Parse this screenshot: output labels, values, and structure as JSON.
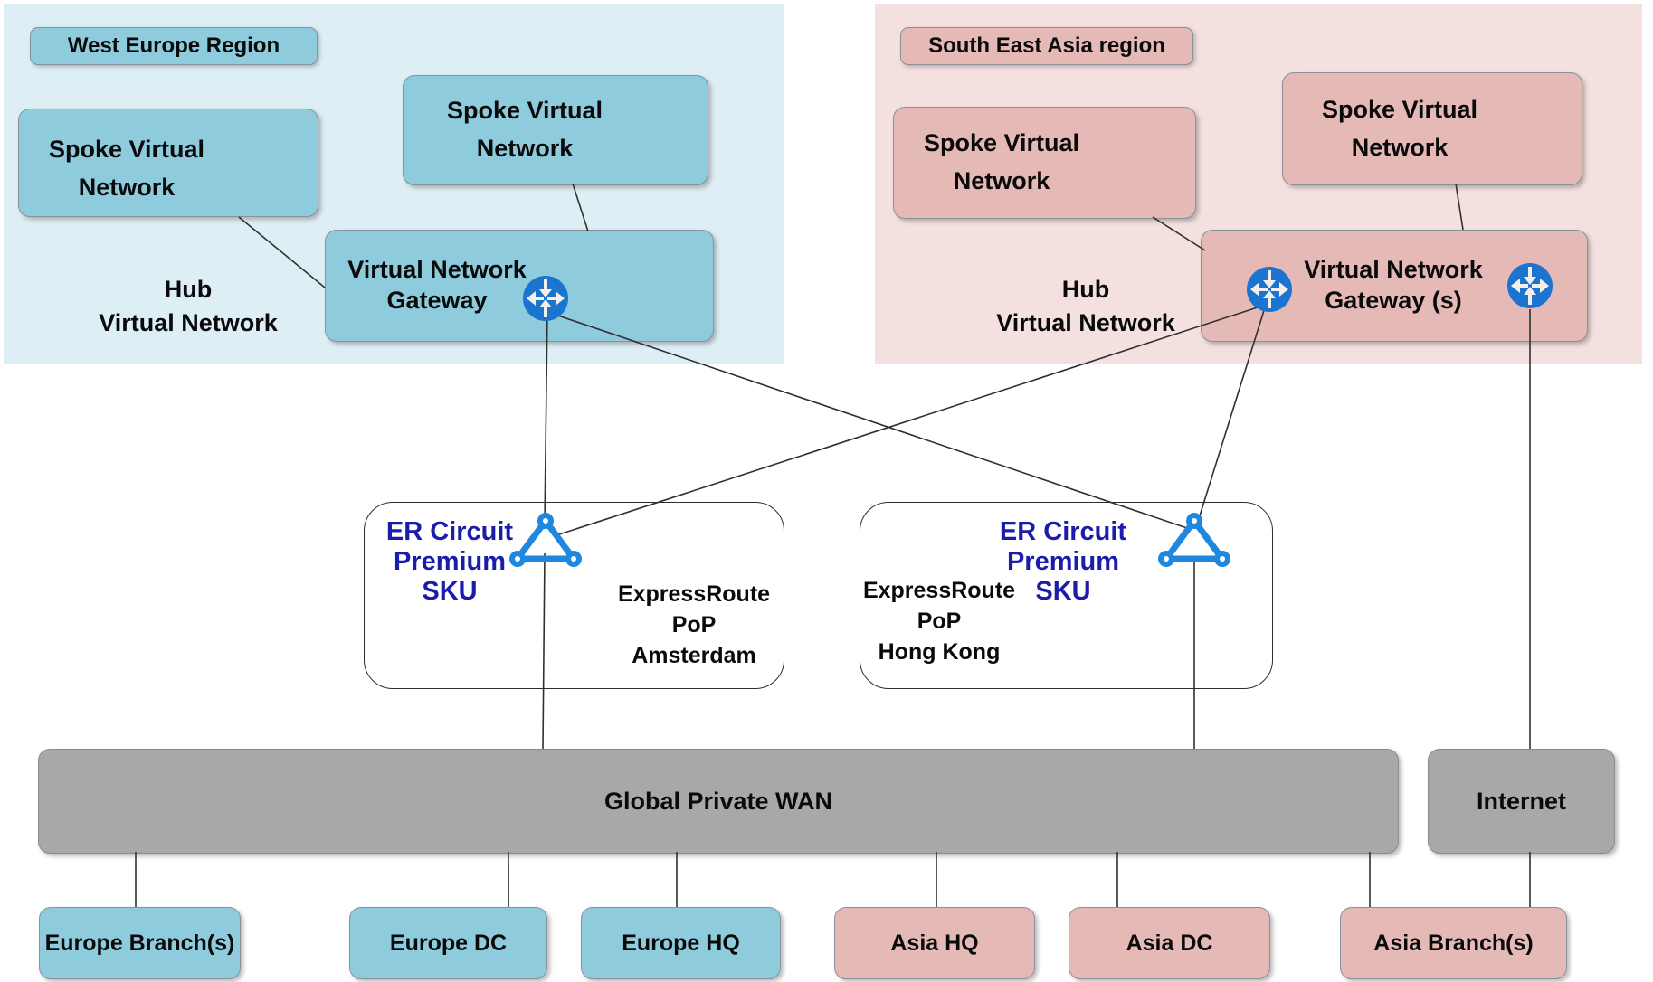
{
  "west_region": {
    "label": "West Europe Region",
    "spoke1": "Spoke Virtual Network",
    "spoke2": "Spoke Virtual Network",
    "hub": "Hub\nVirtual Network",
    "gateway": "Virtual Network Gateway"
  },
  "east_region": {
    "label": "South East Asia region",
    "spoke1": "Spoke Virtual Network",
    "spoke2": "Spoke Virtual Network",
    "hub": "Hub\nVirtual Network",
    "gateway": "Virtual Network Gateway (s)"
  },
  "er_left": {
    "sku": "ER Circuit\nPremium\nSKU",
    "pop": "ExpressRoute\nPoP\nAmsterdam"
  },
  "er_right": {
    "sku": "ER Circuit\nPremium\nSKU",
    "pop": "ExpressRoute\nPoP\nHong Kong"
  },
  "wan": {
    "label": "Global Private WAN"
  },
  "internet": {
    "label": "Internet"
  },
  "sites": [
    {
      "label": "Europe Branch(s)",
      "zone": "europe"
    },
    {
      "label": "Europe DC",
      "zone": "europe"
    },
    {
      "label": "Europe HQ",
      "zone": "europe"
    },
    {
      "label": "Asia HQ",
      "zone": "asia"
    },
    {
      "label": "Asia DC",
      "zone": "asia"
    },
    {
      "label": "Asia Branch(s)",
      "zone": "asia"
    }
  ],
  "icons": {
    "gateway": "router-icon",
    "circuit": "er-circuit-triangle-icon"
  },
  "colors": {
    "europe_region_bg": "#ddeef5",
    "europe_box": "#8ecbdd",
    "asia_region_bg": "#f4e0df",
    "asia_box": "#e4b9b6",
    "wan_gray": "#a8a8a8",
    "router_blue": "#1b74cf",
    "circuit_blue": "#1e88e0",
    "sku_navy": "#1c1caa",
    "connector": "#303030"
  }
}
